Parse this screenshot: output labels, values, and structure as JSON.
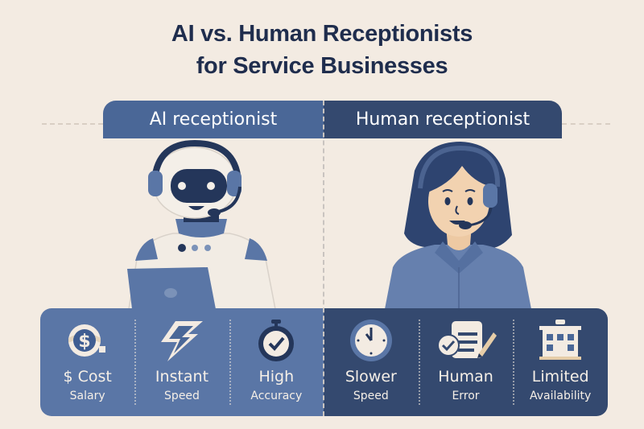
{
  "title": {
    "line1": "AI vs. Human Receptionists",
    "line2": "for Service Businesses"
  },
  "columns": {
    "left": {
      "label": "AI receptionist",
      "figure": "robot-with-headset-and-laptop"
    },
    "right": {
      "label": "Human receptionist",
      "figure": "woman-with-headset"
    }
  },
  "ai_features": [
    {
      "icon": "dollar-coin-icon",
      "main": "$ Cost",
      "sub": "Salary"
    },
    {
      "icon": "lightning-bolt-icon",
      "main": "Instant",
      "sub": "Speed"
    },
    {
      "icon": "stopwatch-check-icon",
      "main": "High",
      "sub": "Accuracy"
    }
  ],
  "human_features": [
    {
      "icon": "clock-icon",
      "main": "Slower",
      "sub": "Speed"
    },
    {
      "icon": "document-check-pencil-icon",
      "main": "Human",
      "sub": "Error"
    },
    {
      "icon": "building-icon",
      "main": "Limited",
      "sub": "Availability"
    }
  ],
  "colors": {
    "background": "#f3ebe2",
    "title": "#1f2d4d",
    "ai_blue": "#5a76a6",
    "ai_header": "#4a6797",
    "human_navy": "#34496f",
    "cream": "#f5efe7"
  }
}
